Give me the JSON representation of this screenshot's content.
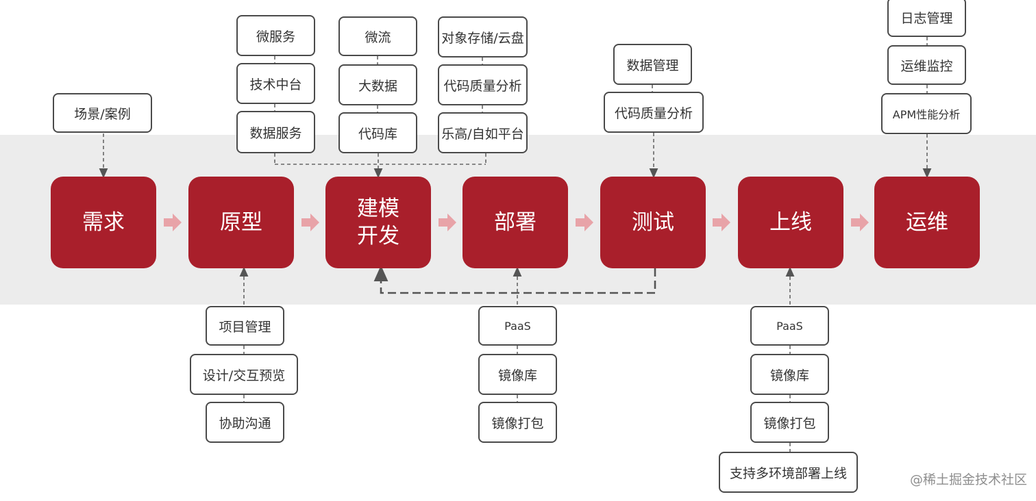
{
  "stages": {
    "requirement": "需求",
    "prototype": "原型",
    "dev_line1": "建模",
    "dev_line2": "开发",
    "deploy": "部署",
    "test": "测试",
    "launch": "上线",
    "ops": "运维"
  },
  "requirement_inputs": [
    "场景/案例"
  ],
  "prototype_tools": [
    "项目管理",
    "设计/交互预览",
    "协助沟通"
  ],
  "dev_resources": {
    "col1": [
      "微服务",
      "技术中台",
      "数据服务"
    ],
    "col2": [
      "微流",
      "大数据",
      "代码库"
    ],
    "col3": [
      "对象存储/云盘",
      "代码质量分析",
      "乐高/自如平台"
    ]
  },
  "deploy_tools": [
    "PaaS",
    "镜像库",
    "镜像打包"
  ],
  "test_tools": [
    "数据管理",
    "代码质量分析"
  ],
  "launch_tools": [
    "PaaS",
    "镜像库",
    "镜像打包",
    "支持多环境部署上线"
  ],
  "ops_tools": [
    "日志管理",
    "运维监控",
    "APM性能分析"
  ],
  "watermark": "@稀土掘金技术社区",
  "colors": {
    "stage_fill": "#a91f2b",
    "flow_arrow": "#e8a3a8",
    "band": "#ececec",
    "box_border": "#4a4a4a"
  }
}
